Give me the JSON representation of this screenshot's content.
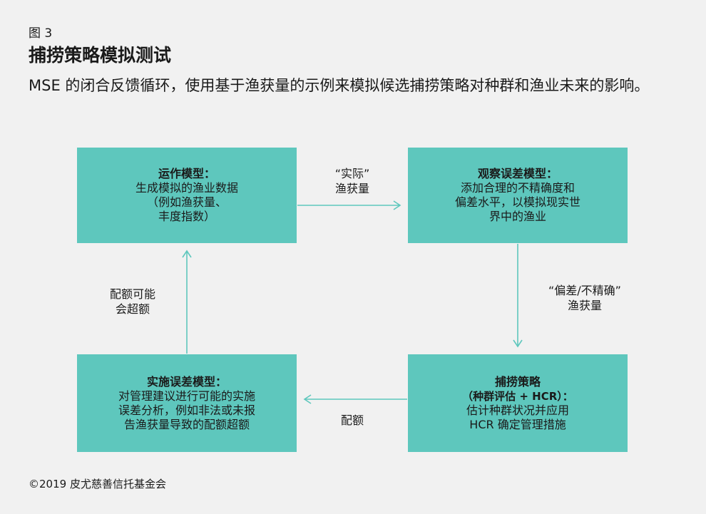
{
  "figure_label": "图 3",
  "title": "捕捞策略模拟测试",
  "subtitle": "MSE 的闭合反馈循环，使用基于渔获量的示例来模拟候选捕捞策略对种群和渔业未来的影响。",
  "boxes": {
    "operating_model": {
      "title": "运作模型：",
      "body": "生成模拟的渔业数据\n（例如渔获量、\n丰度指数）"
    },
    "observation_model": {
      "title": "观察误差模型：",
      "body": "添加合理的不精确度和\n偏差水平，以模拟现实世\n界中的渔业"
    },
    "harvest_strategy": {
      "title": "捕捞策略",
      "subtitle": "（种群评估 + HCR）：",
      "body": "估计种群状况并应用\nHCR 确定管理措施"
    },
    "implementation_model": {
      "title": "实施误差模型：",
      "body": "对管理建议进行可能的实施\n误差分析，例如非法或未报\n告渔获量导致的配额超额"
    }
  },
  "arrows": {
    "actual_catch": "“实际”\n渔获量",
    "biased_catch": "“偏差/不精确”\n渔获量",
    "quota": "配额",
    "quota_exceeded": "配额可能\n会超额"
  },
  "colors": {
    "box_fill": "#5ec7bd",
    "arrow": "#5ec7bd",
    "background": "#f1f1f1"
  },
  "footer": "©2019 皮尤慈善信托基金会"
}
